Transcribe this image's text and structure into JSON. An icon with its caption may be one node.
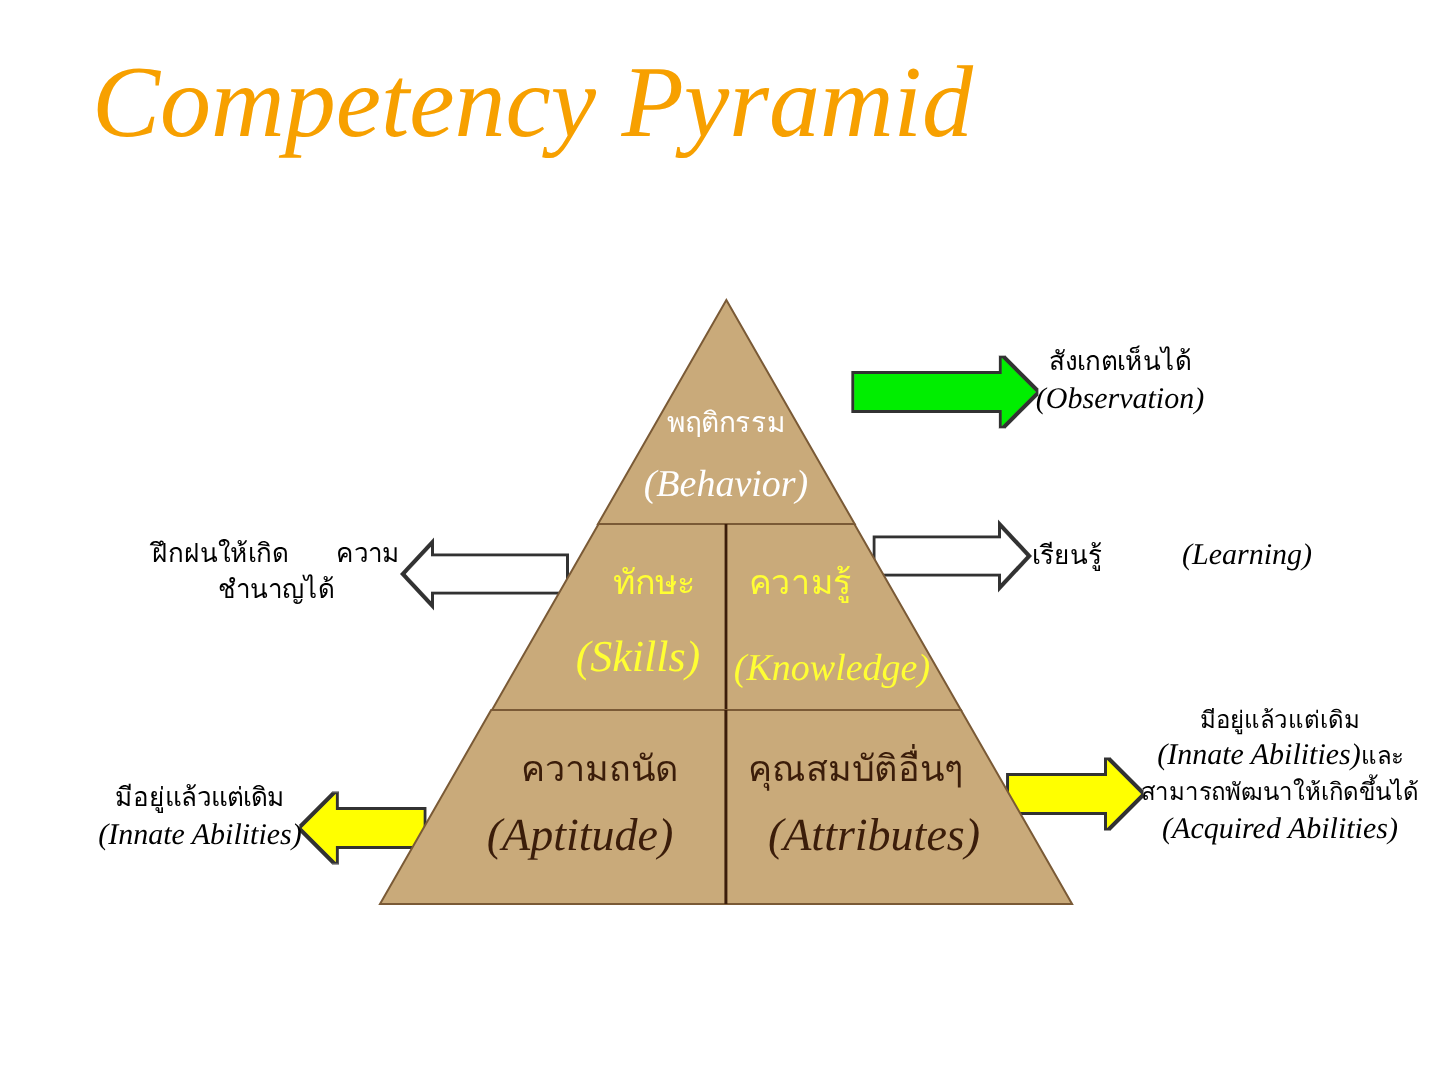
{
  "diagram": {
    "title": "Competency Pyramid",
    "nodes": [
      {
        "text": [
          "พฤติกรรม",
          "(Behavior)"
        ]
      },
      {
        "text": [
          "สังเกตเห็นได้",
          "(Observation)"
        ]
      },
      {
        "text": [
          "ฝึกฝนให้เกิด ความชำนาญได้"
        ]
      },
      {
        "text": [
          "ทักษะ",
          "(Skills)"
        ]
      },
      {
        "text": [
          "ความรู้",
          "(Knowledge)"
        ]
      },
      {
        "text": [
          "เรียนรู้",
          "(Learning)"
        ]
      },
      {
        "text": [
          "มีอยู่แล้วแต่เดิม",
          "(Innate Abilities)"
        ]
      },
      {
        "text": [
          "ความถนัด",
          "(Aptitude)"
        ]
      },
      {
        "text": [
          "คุณสมบัติอื่นๆ",
          "(Attributes)"
        ]
      },
      {
        "text": [
          "มีอยู่แล้วแต่เดิม",
          "(Innate Abilities)",
          "และ",
          "สามารถพัฒนาให้เกิดขึ้นได้",
          "(Acquired Abilities)"
        ]
      }
    ],
    "edges": [
      {
        "from": 0,
        "to": 1,
        "arrow": "to",
        "color": "#00ee00"
      },
      {
        "from": 3,
        "to": 2,
        "arrow": "to"
      },
      {
        "from": 4,
        "to": 5,
        "arrow": "to"
      },
      {
        "from": 7,
        "to": 6,
        "arrow": "to",
        "color": "#ffff00"
      },
      {
        "from": 8,
        "to": 9,
        "arrow": "to",
        "color": "#ffff00"
      }
    ]
  }
}
